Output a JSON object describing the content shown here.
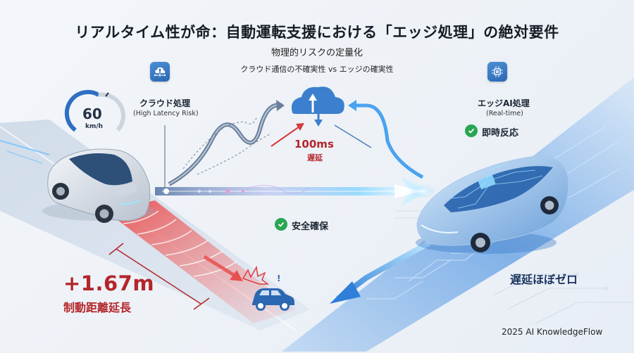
{
  "header": {
    "title": "リアルタイム性が命：自動運転支援における「エッジ処理」の絶対要件",
    "subtitle": "物理的リスクの定量化",
    "tagline": "クラウド通信の不確実性 vs エッジの確実性"
  },
  "speedometer": {
    "icon": "speedometer-gauge-icon",
    "value": "60",
    "unit": "km/h"
  },
  "cloud_processing": {
    "icon": "cloud-upload-icon",
    "label": "クラウド処理",
    "sublabel": "(High Latency Risk)",
    "latency_value": "100ms",
    "latency_label": "遅延",
    "safety_check": "安全確保"
  },
  "edge_processing": {
    "icon": "ai-chip-icon",
    "label": "エッジAI処理",
    "sublabel": "(Real-time)",
    "status": "即時反応",
    "latency_label": "遅延ほぼゼロ"
  },
  "braking": {
    "distance_value": "+1.67m",
    "distance_label": "制動距離延長",
    "icon": "collision-car-icon"
  },
  "footer": {
    "credit": "2025 AI KnowledgeFlow"
  },
  "colors": {
    "danger": "#b3262a",
    "success": "#2aa653",
    "primary_blue": "#2c67b2",
    "edge_glow": "#4fc3f7",
    "dark_text": "#1b2430"
  }
}
